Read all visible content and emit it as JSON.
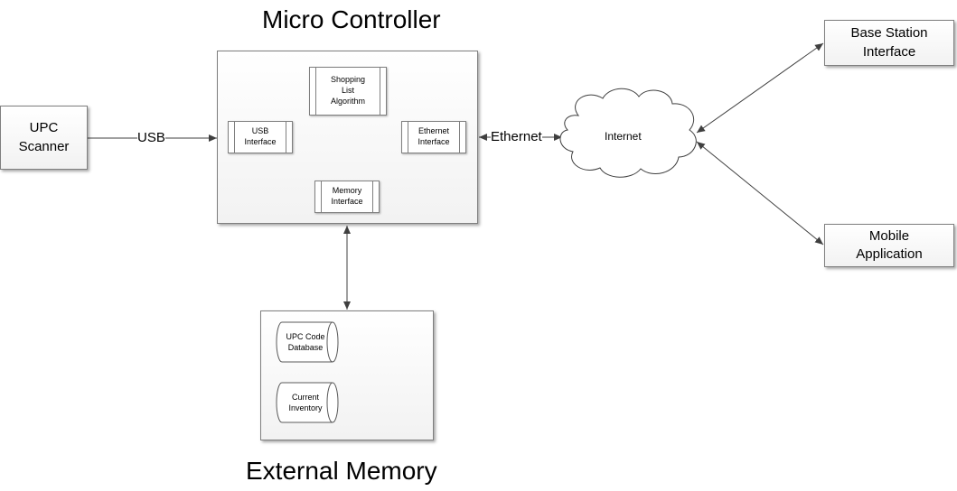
{
  "titles": {
    "micro_controller": "Micro Controller",
    "external_memory": "External Memory"
  },
  "nodes": {
    "upc_scanner": "UPC\nScanner",
    "base_station": "Base Station\nInterface",
    "mobile_app": "Mobile\nApplication",
    "internet": "Internet"
  },
  "micro_controller": {
    "shopping_list": "Shopping\nList\nAlgorithm",
    "usb_interface": "USB\nInterface",
    "ethernet_interface": "Ethernet\nInterface",
    "memory_interface": "Memory\nInterface"
  },
  "external_memory": {
    "upc_database": "UPC Code\nDatabase",
    "current_inventory": "Current\nInventory"
  },
  "edges": {
    "usb": "USB",
    "ethernet": "Ethernet"
  }
}
